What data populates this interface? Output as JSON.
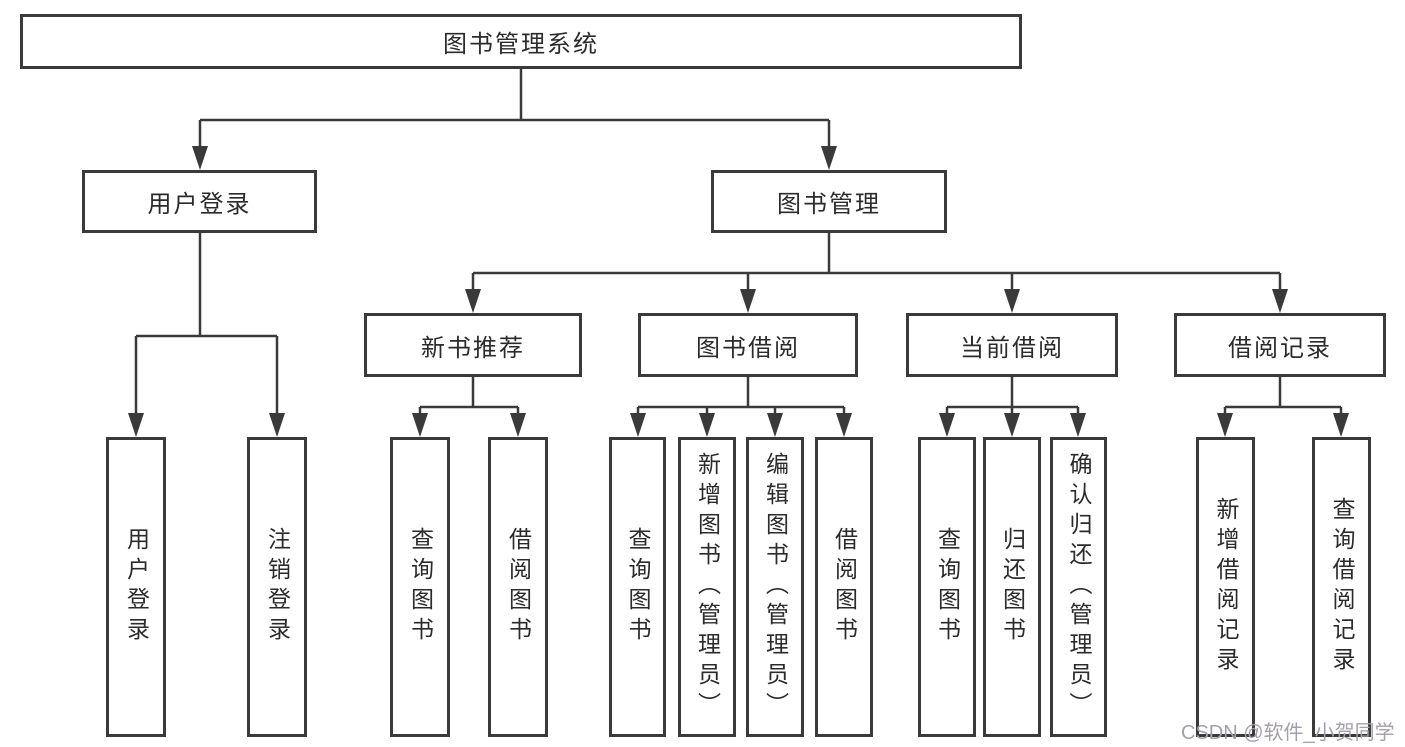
{
  "tree": {
    "label": "图书管理系统",
    "children": [
      {
        "label": "用户登录",
        "children": [
          {
            "label": "用户登录"
          },
          {
            "label": "注销登录"
          }
        ]
      },
      {
        "label": "图书管理",
        "children": [
          {
            "label": "新书推荐",
            "children": [
              {
                "label": "查询图书"
              },
              {
                "label": "借阅图书"
              }
            ]
          },
          {
            "label": "图书借阅",
            "children": [
              {
                "label": "查询图书"
              },
              {
                "label": "新增图书（管理员）"
              },
              {
                "label": "编辑图书（管理员）"
              },
              {
                "label": "借阅图书"
              }
            ]
          },
          {
            "label": "当前借阅",
            "children": [
              {
                "label": "查询图书"
              },
              {
                "label": "归还图书"
              },
              {
                "label": "确认归还（管理员）"
              }
            ]
          },
          {
            "label": "借阅记录",
            "children": [
              {
                "label": "新增借阅记录"
              },
              {
                "label": "查询借阅记录"
              }
            ]
          }
        ]
      }
    ]
  },
  "watermark": {
    "text": "CSDN @软件_小贺同学"
  },
  "colors": {
    "line": "#3a3a3a",
    "box_border": "#3a3a3a",
    "text": "#2b2b2b",
    "watermark": "#a39fab",
    "background": "#ffffff"
  }
}
